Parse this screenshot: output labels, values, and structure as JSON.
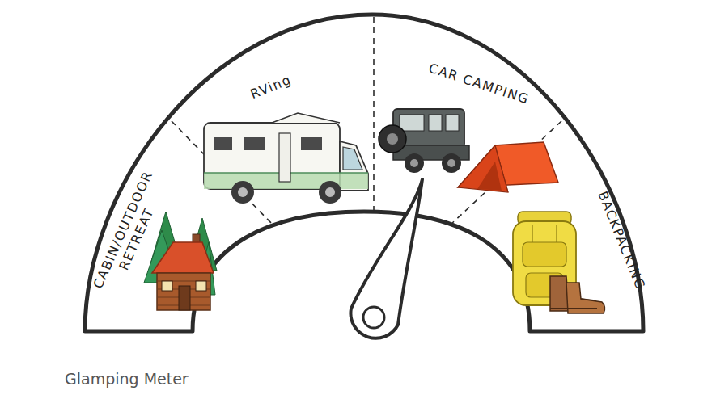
{
  "diagram": {
    "caption": "Glamping Meter",
    "nodes": [
      {
        "text": [
          "CABIN/OUTDOOR RETREAT"
        ]
      },
      {
        "text": [
          "RVing"
        ]
      },
      {
        "text": [
          "CAR CAMPING"
        ]
      },
      {
        "text": [
          "BACKPACKING"
        ]
      }
    ]
  }
}
